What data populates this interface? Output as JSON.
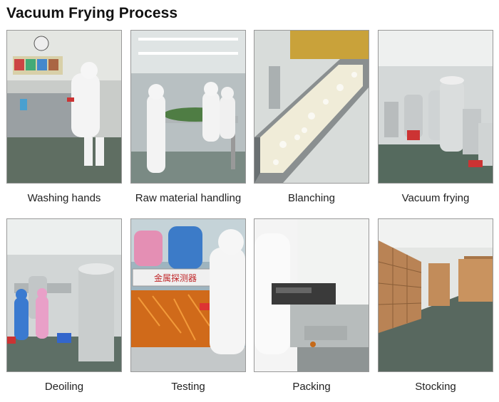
{
  "title": "Vacuum Frying Process",
  "steps": [
    {
      "label": "Washing hands",
      "icon": "washing-hands-photo"
    },
    {
      "label": "Raw material handling",
      "icon": "raw-material-handling-photo"
    },
    {
      "label": "Blanching",
      "icon": "blanching-photo"
    },
    {
      "label": "Vacuum frying",
      "icon": "vacuum-frying-photo"
    },
    {
      "label": "Deoiling",
      "icon": "deoiling-photo"
    },
    {
      "label": "Testing",
      "icon": "testing-photo"
    },
    {
      "label": "Packing",
      "icon": "packing-photo"
    },
    {
      "label": "Stocking",
      "icon": "stocking-photo"
    }
  ],
  "photo_text": {
    "metal_detector_sign": "金属探测器"
  }
}
